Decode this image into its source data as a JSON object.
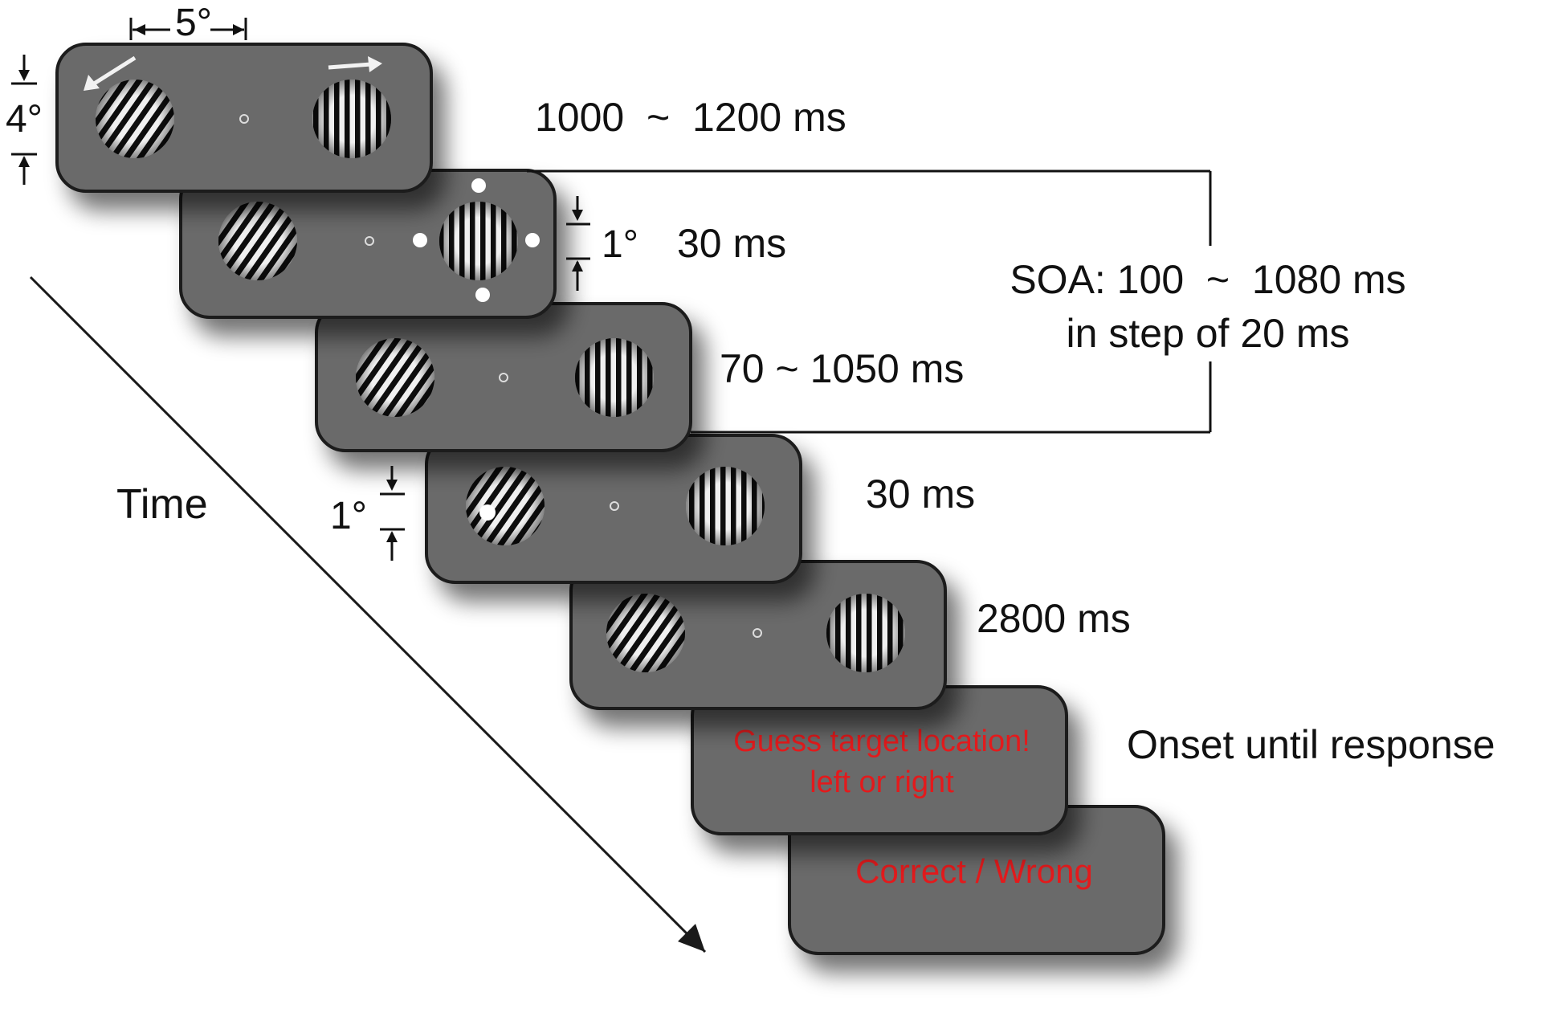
{
  "dimensions": {
    "horizontal": "5°",
    "vertical": "4°",
    "cue_size": "1°",
    "probe_size": "1°"
  },
  "frames": [
    {
      "duration": "1000  ~  1200 ms"
    },
    {
      "duration": "30 ms"
    },
    {
      "duration": "70 ~ 1050 ms"
    },
    {
      "duration": "30 ms"
    },
    {
      "duration": "2800 ms"
    },
    {
      "duration": "Onset until response",
      "message_line1": "Guess target location!",
      "message_line2": "left or right"
    },
    {
      "message": "Correct / Wrong"
    }
  ],
  "soa": {
    "line1": "SOA: 100  ~  1080 ms",
    "line2": "in step of 20 ms"
  },
  "time_label": "Time",
  "colors": {
    "frame_fill": "#6a6a6a",
    "frame_stroke": "#1a1a1a",
    "feedback_text": "#e31a1c",
    "cue_dot": "#ffffff",
    "arrow": "#1a1a1a"
  }
}
